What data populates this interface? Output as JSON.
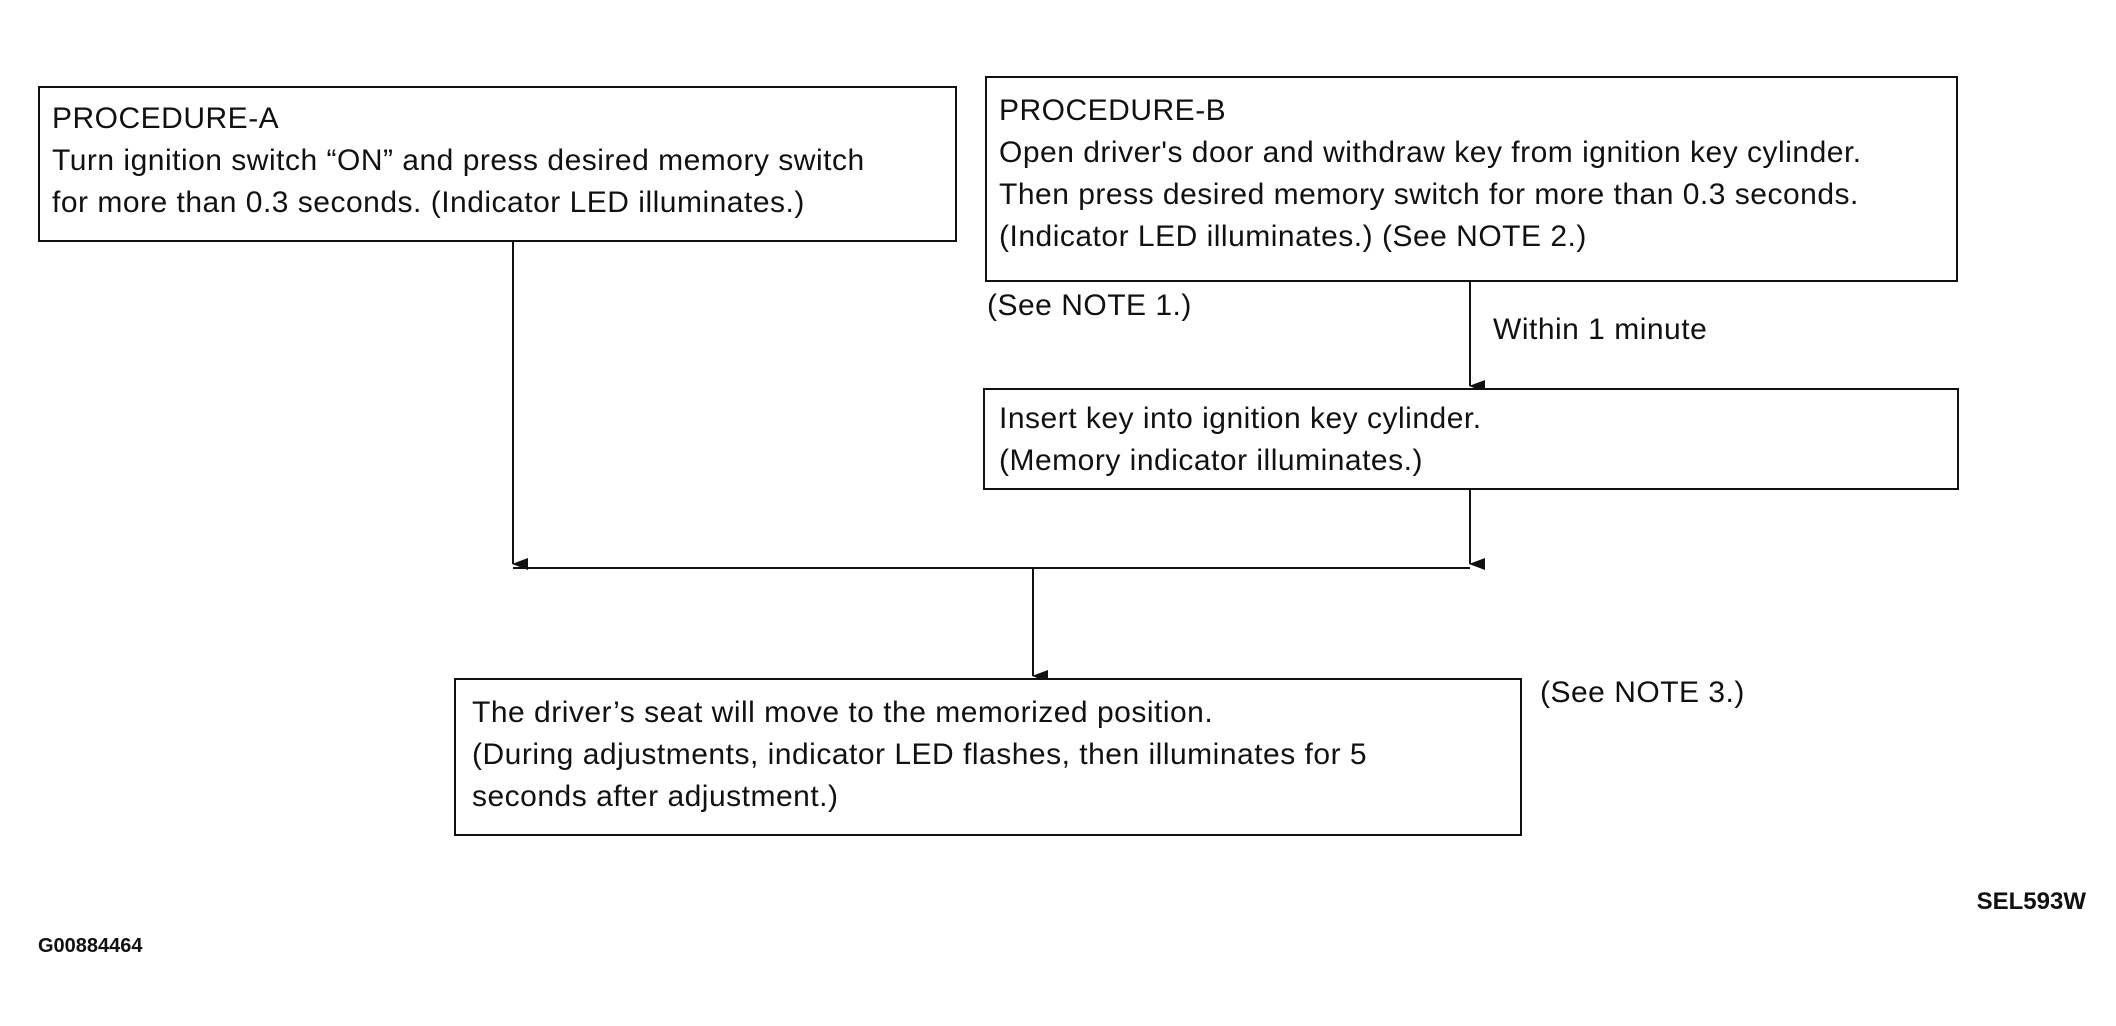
{
  "procedure_a": {
    "title": "PROCEDURE-A",
    "lines": [
      "Turn ignition switch “ON” and press desired memory switch",
      "for more than 0.3 seconds. (Indicator LED illuminates.)"
    ]
  },
  "procedure_b": {
    "title": "PROCEDURE-B",
    "lines": [
      "Open driver's door and withdraw key from ignition key cylinder.",
      "Then press desired memory switch for more than 0.3 seconds.",
      "(Indicator LED illuminates.) (See NOTE 2.)"
    ]
  },
  "note1": "(See NOTE 1.)",
  "within_label": "Within 1 minute",
  "insert_key": {
    "lines": [
      "Insert key into ignition key cylinder.",
      "(Memory indicator illuminates.)"
    ]
  },
  "result": {
    "lines": [
      "The driver’s seat will move to the memorized position.",
      "(During adjustments, indicator LED flashes, then illuminates for 5",
      "seconds after adjustment.)"
    ]
  },
  "note3": "(See NOTE 3.)",
  "figure_code": "SEL593W",
  "graphic_id": "G00884464"
}
